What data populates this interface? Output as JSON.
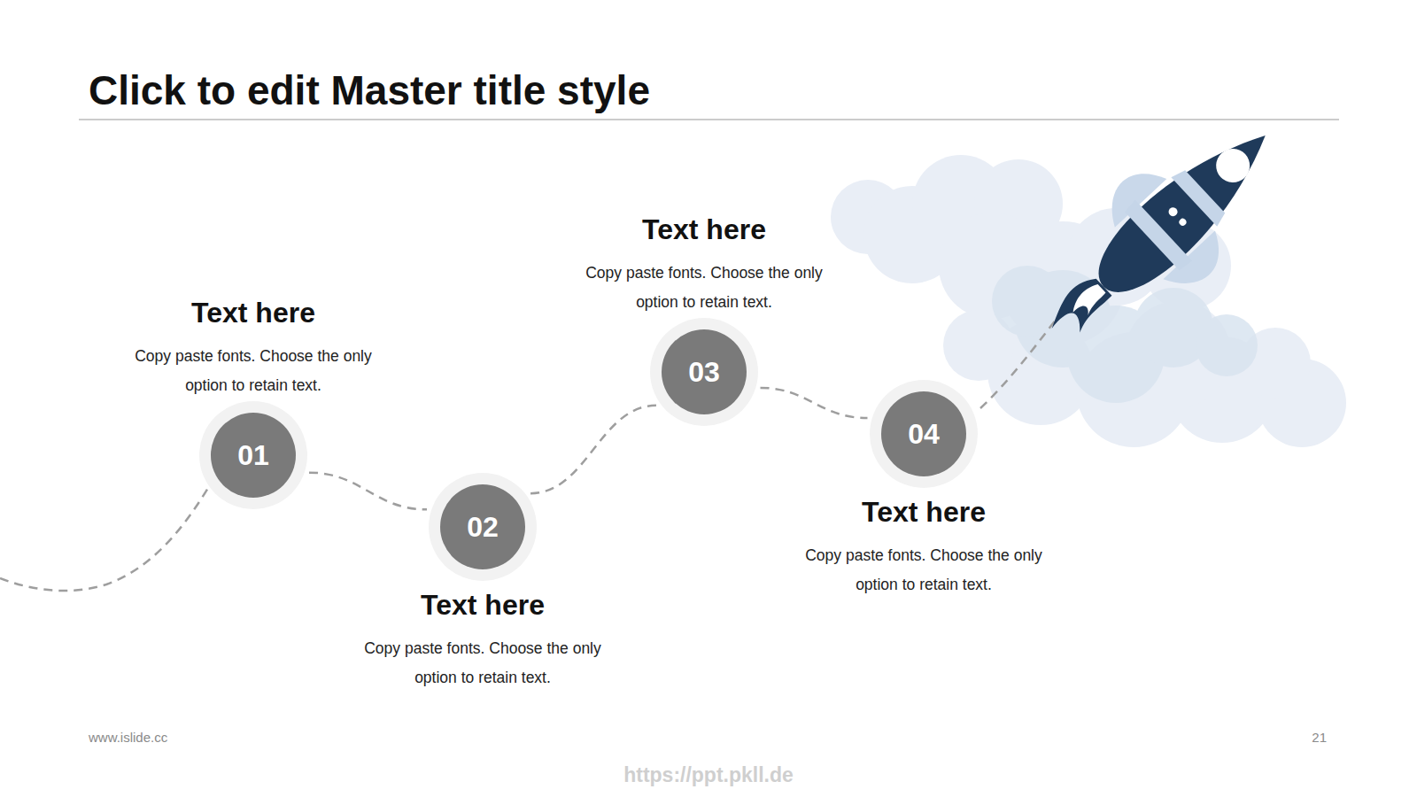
{
  "diagram": {
    "title": "Click to edit Master title style",
    "nodes": [
      {
        "text": [
          "01",
          "Text here",
          "Copy paste fonts. Choose the only option to retain text."
        ]
      },
      {
        "text": [
          "02",
          "Text here",
          "Copy paste fonts. Choose the only option to retain text."
        ]
      },
      {
        "text": [
          "03",
          "Text here",
          "Copy paste fonts. Choose the only option to retain text."
        ]
      },
      {
        "text": [
          "04",
          "Text here",
          "Copy paste fonts. Choose the only option to retain text."
        ]
      }
    ],
    "edges": [
      {
        "from": 0,
        "to": 1,
        "arrow": "none"
      },
      {
        "from": 1,
        "to": 2,
        "arrow": "none"
      },
      {
        "from": 2,
        "to": 3,
        "arrow": "none"
      }
    ],
    "labels": [
      "www.islide.cc",
      "21",
      "https://ppt.pkll.de"
    ]
  }
}
